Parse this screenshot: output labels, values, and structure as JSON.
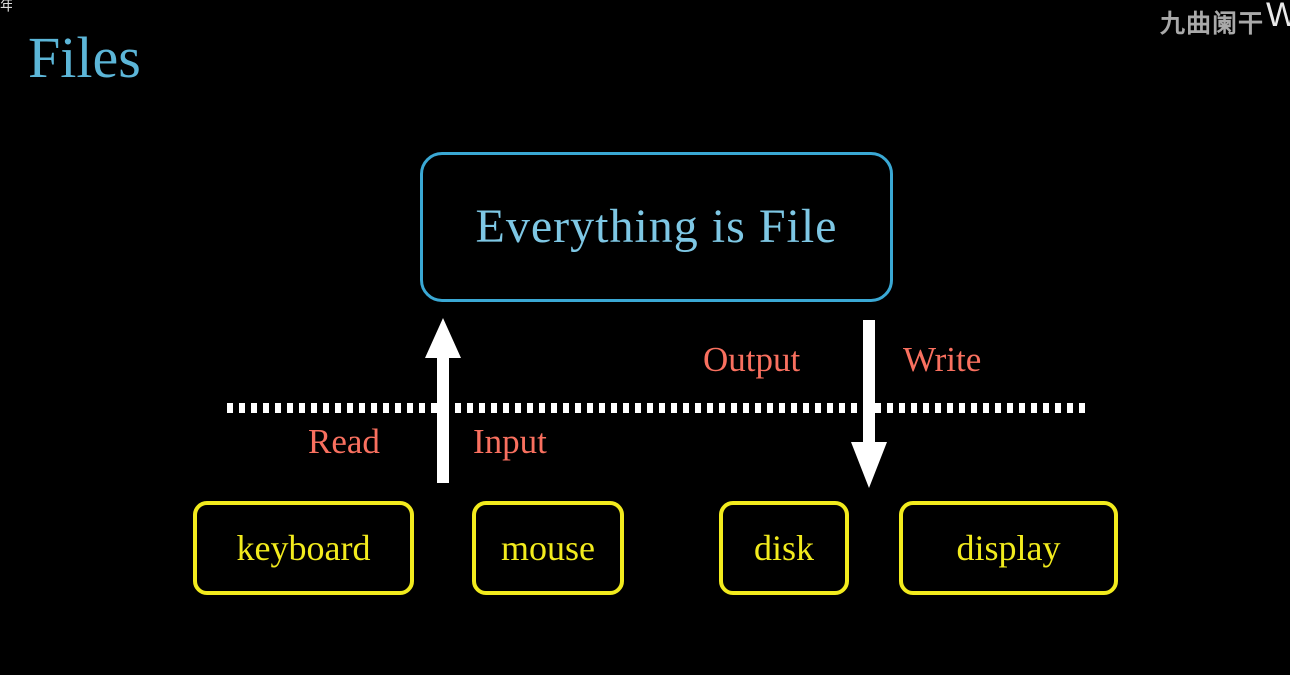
{
  "slide": {
    "title": "Files",
    "background_color": "#000000"
  },
  "watermark": {
    "text": "九曲阑干",
    "corner_artifact": "年",
    "edge_glyph": "W",
    "color": "#a9a9a9"
  },
  "concept": {
    "label": "Everything is File",
    "border_color": "#3aa8d4",
    "text_color": "#7ec7e4"
  },
  "boundary": {
    "style": "dotted",
    "color": "#ffffff"
  },
  "arrows": [
    {
      "name": "input-arrow",
      "direction": "up",
      "color": "#ffffff",
      "below_label": "Read",
      "above_label": "Input"
    },
    {
      "name": "output-arrow",
      "direction": "down",
      "color": "#ffffff",
      "above_label": "Output",
      "side_label": "Write"
    }
  ],
  "flow_labels": {
    "read": "Read",
    "input": "Input",
    "output": "Output",
    "write": "Write",
    "color": "#f9705f"
  },
  "devices": {
    "border_color": "#f2eb1d",
    "text_color": "#f2eb1d",
    "items": [
      {
        "label": "keyboard"
      },
      {
        "label": "mouse"
      },
      {
        "label": "disk"
      },
      {
        "label": "display"
      }
    ]
  }
}
